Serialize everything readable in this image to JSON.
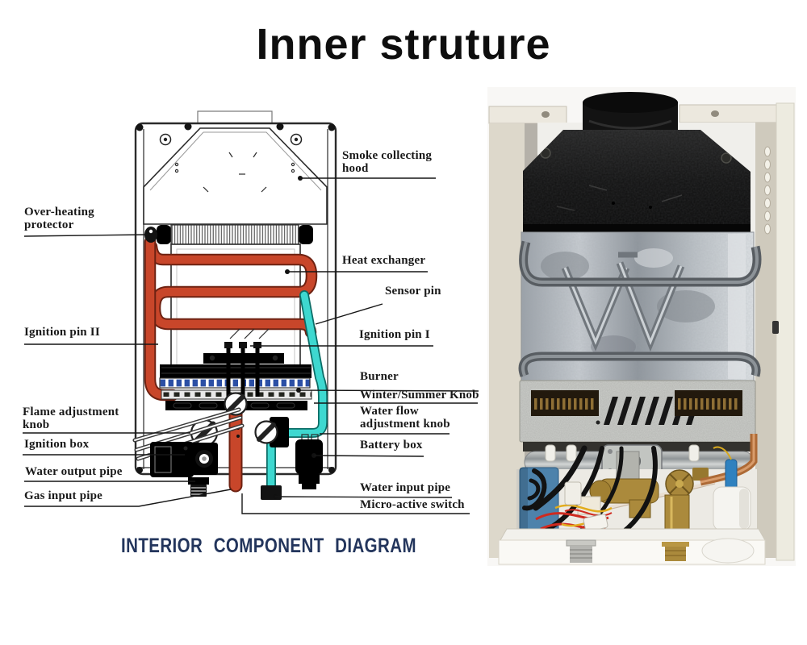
{
  "title": "Inner struture",
  "diagram": {
    "caption": "INTERIOR COMPONENT DIAGRAM",
    "labels": {
      "over_heating_protector": {
        "l1": "Over-heating",
        "l2": "protector"
      },
      "ignition_pin_ii": {
        "l1": "Ignition pin II"
      },
      "flame_adjustment_knob": {
        "l1": "Flame adjustment",
        "l2": "knob"
      },
      "ignition_box": {
        "l1": "Ignition box"
      },
      "water_output_pipe": {
        "l1": "Water output pipe"
      },
      "gas_input_pipe": {
        "l1": "Gas input pipe"
      },
      "smoke_collecting_hood": {
        "l1": "Smoke collecting",
        "l2": "hood"
      },
      "heat_exchanger": {
        "l1": "Heat exchanger"
      },
      "sensor_pin": {
        "l1": "Sensor pin"
      },
      "ignition_pin_i": {
        "l1": "Ignition pin I"
      },
      "burner": {
        "l1": "Burner"
      },
      "winter_summer_knob": {
        "l1": "Winter/Summer Knob"
      },
      "water_flow_adjustment_knob": {
        "l1": "Water flow",
        "l2": "adjustment knob"
      },
      "battery_box": {
        "l1": "Battery box"
      },
      "water_input_pipe": {
        "l1": "Water input pipe"
      },
      "micro_active_switch": {
        "l1": "Micro-active switch"
      }
    }
  },
  "colors": {
    "hot_pipe": "#c8462a",
    "cold_pipe": "#3ed8d0",
    "flame_blue": "#2b4fa5",
    "caption_navy": "#23355c",
    "case_cream": "#ddd8cb",
    "hood_black": "#161616",
    "ignition_blue": "#4d82ab",
    "brass": "#ab8a3c",
    "copper": "#ad6a36"
  }
}
